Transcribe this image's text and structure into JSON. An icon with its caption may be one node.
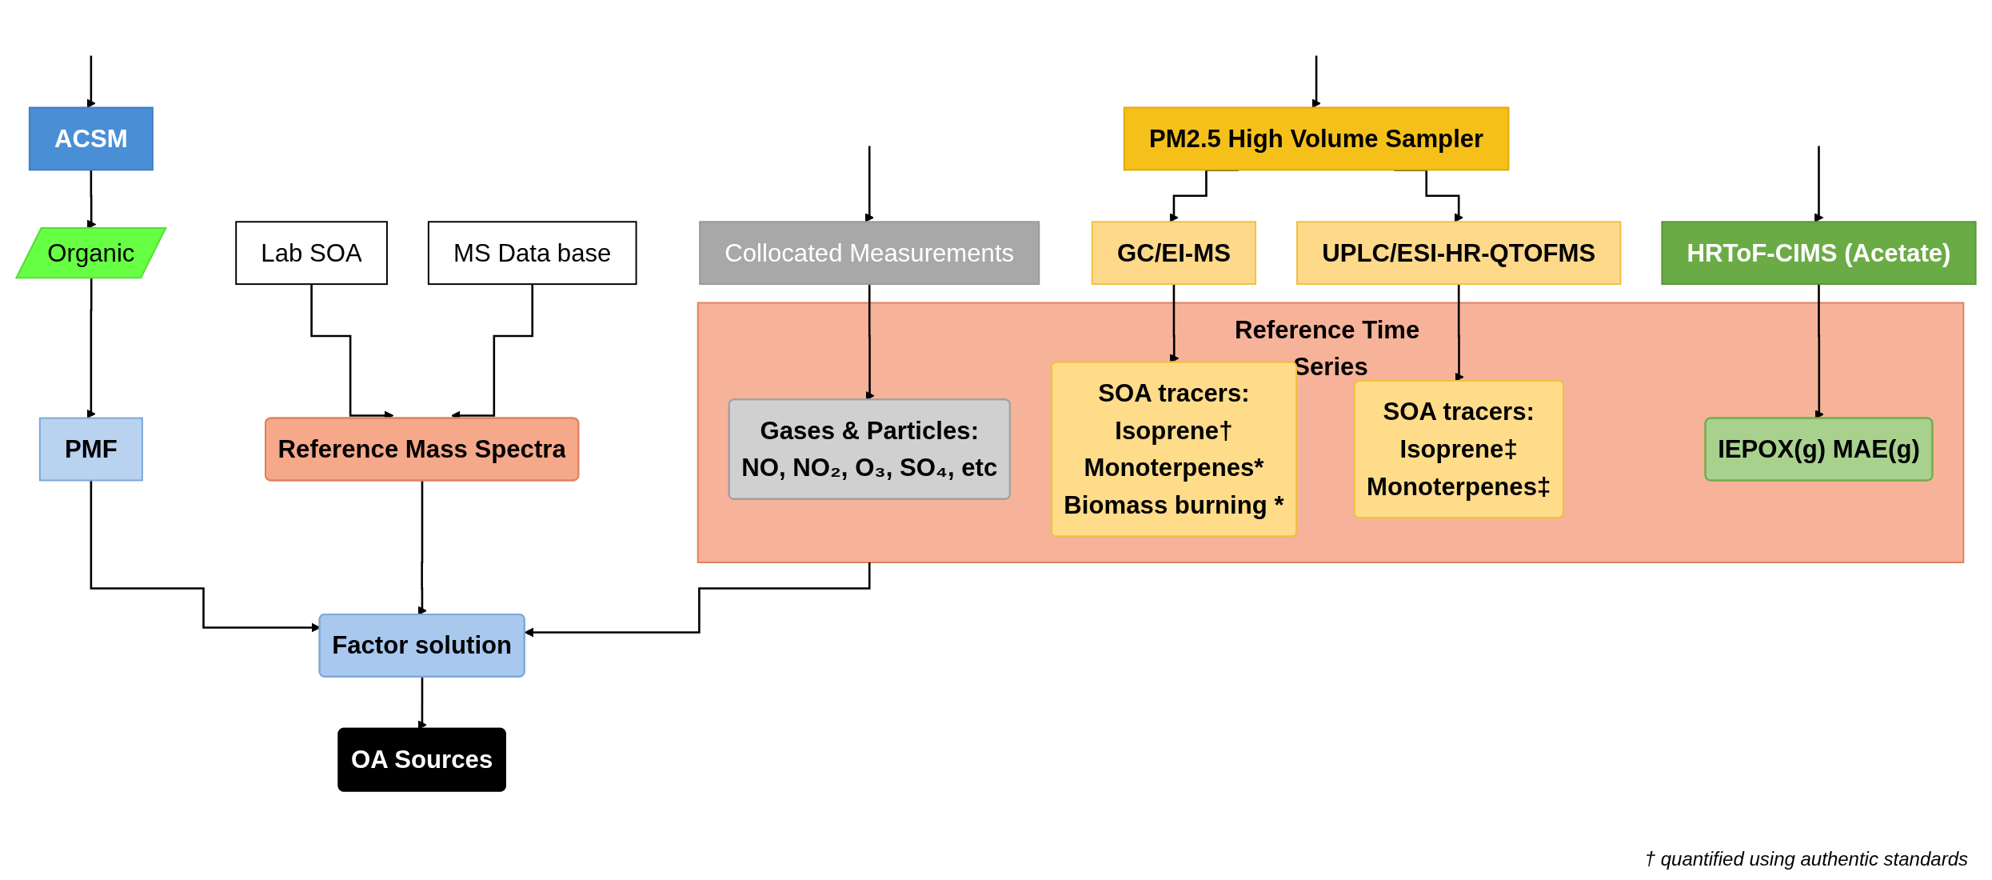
{
  "diagram": {
    "nodes": [
      {
        "text": [
          "ACSM"
        ]
      },
      {
        "text": [
          "Collocated Measurements"
        ]
      },
      {
        "text": [
          "PM2.5 High Volume Sampler"
        ]
      },
      {
        "text": [
          "HRToF-CIMS (Acetate)"
        ]
      },
      {
        "text": [
          "Organic"
        ]
      },
      {
        "text": [
          "PMF"
        ]
      },
      {
        "text": [
          "GC/EI-MS"
        ]
      },
      {
        "text": [
          "UPLC/ESI-HR-QTOFMS"
        ]
      },
      {
        "text": [
          "Lab SOA"
        ]
      },
      {
        "text": [
          "MS Data base"
        ]
      },
      {
        "text": [
          "Reference Mass Spectra"
        ]
      },
      {
        "text": [
          "Factor solution"
        ]
      },
      {
        "text": [
          "Reference Time Series"
        ]
      },
      {
        "text": [
          "Gases & Particles:",
          "NO, NO₂, O₃, SO₄, etc"
        ],
        "in": 12
      },
      {
        "text": [
          "SOA tracers:",
          "Isoprene†",
          "Monoterpenes*",
          "Biomass burning *"
        ],
        "in": 12
      },
      {
        "text": [
          "SOA tracers:",
          "Isoprene‡",
          "Monoterpenes‡"
        ],
        "in": 12
      },
      {
        "text": [
          "IEPOX(g) MAE(g)"
        ],
        "in": 12
      },
      {
        "text": [
          "OA Sources"
        ]
      }
    ],
    "edges": [
      {
        "from": null,
        "to": 0,
        "arrow": "to"
      },
      {
        "from": null,
        "to": 1,
        "arrow": "to"
      },
      {
        "from": null,
        "to": 2,
        "arrow": "to"
      },
      {
        "from": null,
        "to": 3,
        "arrow": "to"
      },
      {
        "from": 0,
        "to": 4,
        "arrow": "to"
      },
      {
        "from": 4,
        "to": 5,
        "arrow": "to"
      },
      {
        "from": 5,
        "to": 11,
        "arrow": "to"
      },
      {
        "from": 1,
        "to": 13,
        "arrow": "to"
      },
      {
        "from": 2,
        "to": 6,
        "arrow": "to"
      },
      {
        "from": 2,
        "to": 7,
        "arrow": "to"
      },
      {
        "from": 6,
        "to": 14,
        "arrow": "to"
      },
      {
        "from": 7,
        "to": 15,
        "arrow": "to"
      },
      {
        "from": 3,
        "to": 16,
        "arrow": "to"
      },
      {
        "from": 8,
        "to": 10,
        "arrow": "to"
      },
      {
        "from": 9,
        "to": 10,
        "arrow": "to"
      },
      {
        "from": 10,
        "to": 11,
        "arrow": "to"
      },
      {
        "from": 12,
        "to": 11,
        "arrow": "to"
      },
      {
        "from": 11,
        "to": 17,
        "arrow": "to"
      }
    ],
    "labels": [
      "† quantified using authentic standards"
    ]
  }
}
